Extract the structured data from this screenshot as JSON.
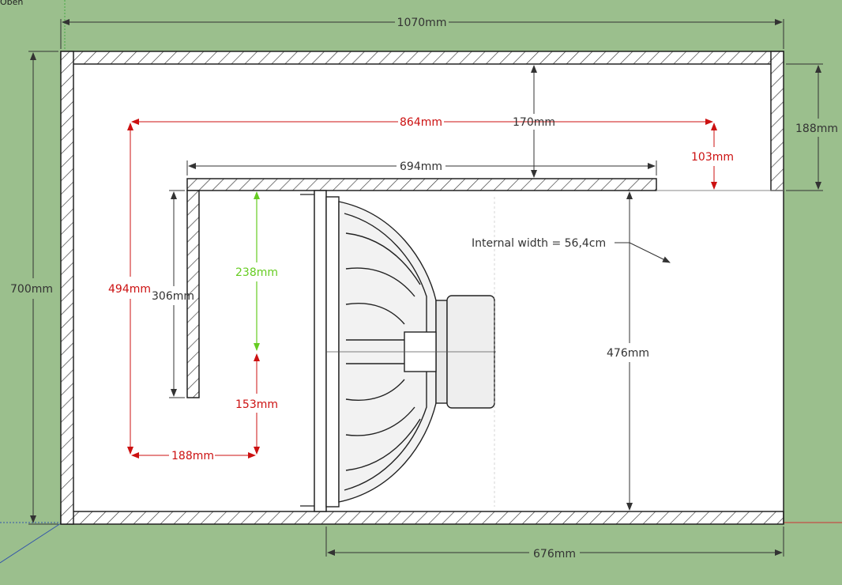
{
  "view_label": "Oben",
  "colors": {
    "background": "#9bbf8d",
    "panel": "#ffffff",
    "dim_black": "#333333",
    "dim_red": "#cc1111",
    "dim_green": "#66cc22"
  },
  "dimensions": {
    "outer_width": "1070mm",
    "outer_height": "700mm",
    "driver_depth": "676mm",
    "port_top_clearance": "170mm",
    "port_length": "694mm",
    "port_path_length": "864mm",
    "right_step_height": "188mm",
    "right_step_offset": "103mm",
    "port_height": "494mm",
    "inner_wall_length": "306mm",
    "upper_chamber": "238mm",
    "lower_chamber": "153mm",
    "port_bottom_width": "188mm",
    "driver_chamber_height": "476mm"
  },
  "annotation": "Internal width = 56,4cm",
  "icons": [
    "subwoofer-driver-icon",
    "axis-origin-icon"
  ]
}
